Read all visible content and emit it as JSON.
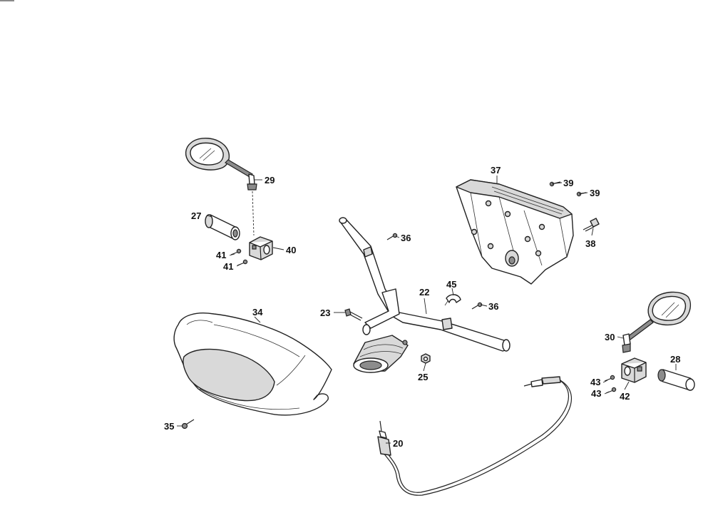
{
  "diagram": {
    "callouts": [
      {
        "id": "c20",
        "label": "20"
      },
      {
        "id": "c22",
        "label": "22"
      },
      {
        "id": "c23",
        "label": "23"
      },
      {
        "id": "c25",
        "label": "25"
      },
      {
        "id": "c27",
        "label": "27"
      },
      {
        "id": "c28",
        "label": "28"
      },
      {
        "id": "c29",
        "label": "29"
      },
      {
        "id": "c30",
        "label": "30"
      },
      {
        "id": "c34",
        "label": "34"
      },
      {
        "id": "c35",
        "label": "35"
      },
      {
        "id": "c36a",
        "label": "36"
      },
      {
        "id": "c36b",
        "label": "36"
      },
      {
        "id": "c37",
        "label": "37"
      },
      {
        "id": "c38",
        "label": "38"
      },
      {
        "id": "c39a",
        "label": "39"
      },
      {
        "id": "c39b",
        "label": "39"
      },
      {
        "id": "c40",
        "label": "40"
      },
      {
        "id": "c41a",
        "label": "41"
      },
      {
        "id": "c41b",
        "label": "41"
      },
      {
        "id": "c42",
        "label": "42"
      },
      {
        "id": "c43a",
        "label": "43"
      },
      {
        "id": "c43b",
        "label": "43"
      },
      {
        "id": "c45",
        "label": "45"
      }
    ]
  }
}
